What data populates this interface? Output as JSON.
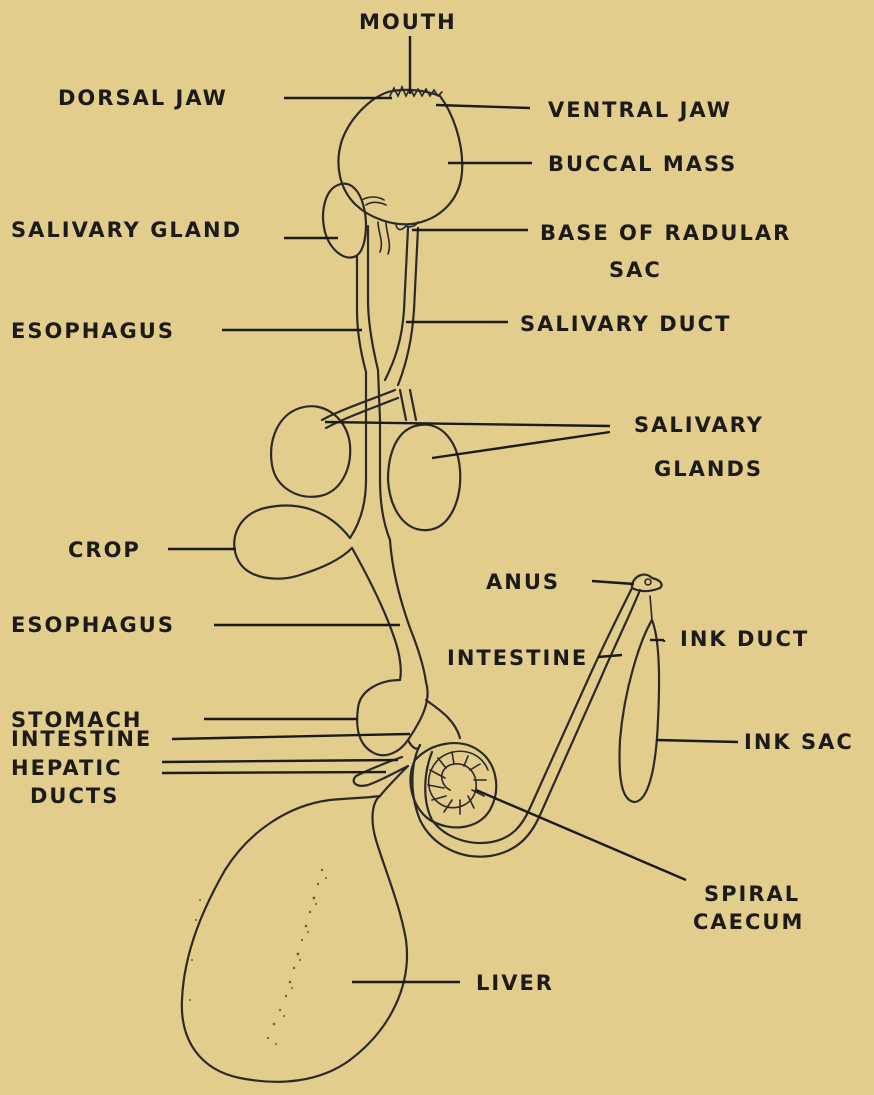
{
  "labels": {
    "mouth": "MOUTH",
    "dorsal_jaw": "DORSAL JAW",
    "ventral_jaw": "VENTRAL JAW",
    "buccal_mass": "BUCCAL MASS",
    "salivary_gland": "SALIVARY GLAND",
    "base_of_radular_sac_1": "BASE OF RADULAR",
    "base_of_radular_sac_2": "SAC",
    "esophagus_upper": "ESOPHAGUS",
    "salivary_duct": "SALIVARY DUCT",
    "salivary_glands_1": "SALIVARY",
    "salivary_glands_2": "GLANDS",
    "crop": "CROP",
    "anus": "ANUS",
    "esophagus_lower": "ESOPHAGUS",
    "ink_duct": "INK DUCT",
    "intestine_right": "INTESTINE",
    "stomach": "STOMACH",
    "ink_sac": "INK SAC",
    "intestine_left": "INTESTINE",
    "hepatic_1": "HEPATIC",
    "hepatic_2": "DUCTS",
    "spiral_1": "SPIRAL",
    "spiral_2": "CAECUM",
    "liver": "LIVER"
  }
}
